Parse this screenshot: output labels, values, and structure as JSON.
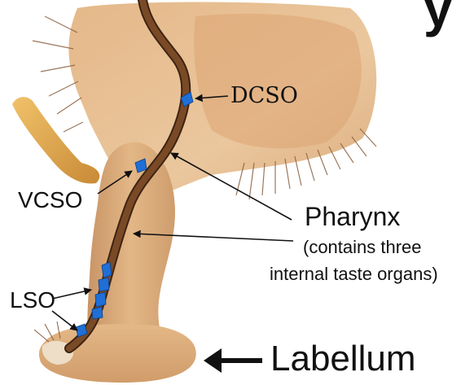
{
  "labels": {
    "title_fragment": "y",
    "dcso": "DCSO",
    "vcso": "VCSO",
    "pharynx": "Pharynx",
    "pharynx_note_line1": "(contains three",
    "pharynx_note_line2": "internal taste organs)",
    "lso": "LSO",
    "labellum": "Labellum"
  },
  "colors": {
    "head_tissue": "#e6b887",
    "proboscis": "#d9a673",
    "pharynx_tube": "#6e4424",
    "taste_organ": "#1f6fd6",
    "arrow": "#111111",
    "antenna": "#e2a94a",
    "bristle": "#8a6040"
  }
}
